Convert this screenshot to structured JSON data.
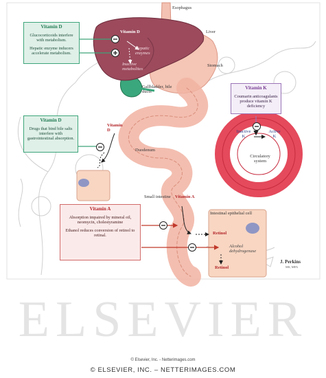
{
  "colors": {
    "green": "#3da57a",
    "red": "#d26a6a",
    "purple": "#9a74b7",
    "liver": "#9c4a5c",
    "gut": "#f3b9a8",
    "ring": "#e44a5c"
  },
  "anatomy": {
    "esophagus": "Esophagus",
    "liver": "Liver",
    "stomach": "Stomach",
    "gallbladder": "Gallbladder, bile ducts",
    "duodenum": "Duodenum",
    "small_intestine": "Small intestine",
    "circulatory": "Circulatory system",
    "epithelial": "Intestinal epithelial cell"
  },
  "liver_labels": {
    "vit_d": "Vitamin D",
    "hepatic": "Hepatic enzymes",
    "inactive": "Inactive metabolites"
  },
  "duo_vit_d": "Vitamin D",
  "int_vit_a": "Vitamin A",
  "retinol_1": "Retinol",
  "retinol_2": "Retinol",
  "alcohol": "Alcohol dehydrogenase",
  "vit_k_cycle": {
    "inactive": "Inactive K",
    "active": "Active K"
  },
  "box_d1": {
    "title": "Vitamin D",
    "line1": "Glucocorticoids interfere with metabolism.",
    "line2": "Hepatic enzyme inducers accelerate metabolism."
  },
  "box_d2": {
    "title": "Vitamin D",
    "line1": "Drugs that bind bile salts interfere with gastrointestinal absorption."
  },
  "box_k": {
    "title": "Vitamin K",
    "line1": "Coumarin anticoagulants produce vitamin K deficiency"
  },
  "box_a": {
    "title": "Vitamin A",
    "line1": "Absorption impaired by mineral oil, neomycin, cholestyramine",
    "line2": "Ethanol reduces conversion of retinol to retinal."
  },
  "signature": {
    "name": "J. Perkins",
    "cred": "MS, MFA"
  },
  "watermark": "ELSEVIER",
  "footer_small": "© Elsevier, Inc. - Netterimages.com",
  "footer_large": "© ELSEVIER, INC. – NETTERIMAGES.COM"
}
